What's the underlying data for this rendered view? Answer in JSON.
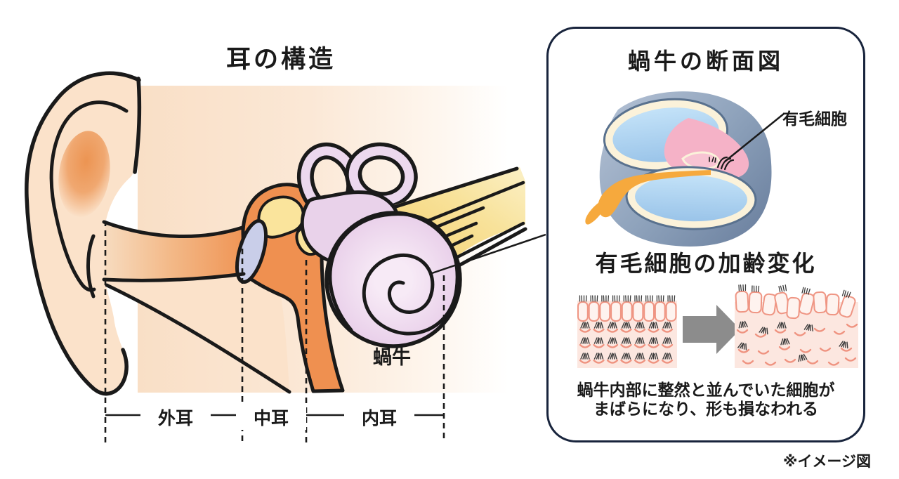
{
  "figure": {
    "left": {
      "title": "耳の構造",
      "cochlea_label": "蝸牛",
      "regions": [
        {
          "label": "外耳"
        },
        {
          "label": "中耳"
        },
        {
          "label": "内耳"
        }
      ]
    },
    "panel": {
      "title": "蝸牛の断面図",
      "hair_cell_label": "有毛細胞",
      "aging_title": "有毛細胞の加齢変化",
      "caption_lines": [
        "蝸牛内部に整然と並んでいた細胞が",
        "まばらになり、形も損なわれる"
      ]
    },
    "footnote": "※イメージ図"
  },
  "colors": {
    "background-peach": "#F9DFC6",
    "skin": "#FBE2CA",
    "ear-canal-orange": "#EF9150",
    "middle-ear-orange": "#EF9050",
    "eardrum-lavender": "#C9CEE9",
    "ossicle-yellow": "#FAE49C",
    "labyrinth-purple": "#E7CCE8",
    "nerve-yellow": "#F4CF6E",
    "outline-black": "#1A1A1A",
    "panel-border-navy": "#18243C",
    "shell-blue-gray": "#8FA3BC",
    "chamber-blue": "#A9D0EF",
    "chamber-cream": "#FBF2DA",
    "duct-pink": "#F5B2C7",
    "nerve-orange": "#F6A93D",
    "cell-bg-pink": "#FCE7E0",
    "cell-outline-salmon": "#EF9583",
    "arrow-gray": "#8C8C8C"
  }
}
